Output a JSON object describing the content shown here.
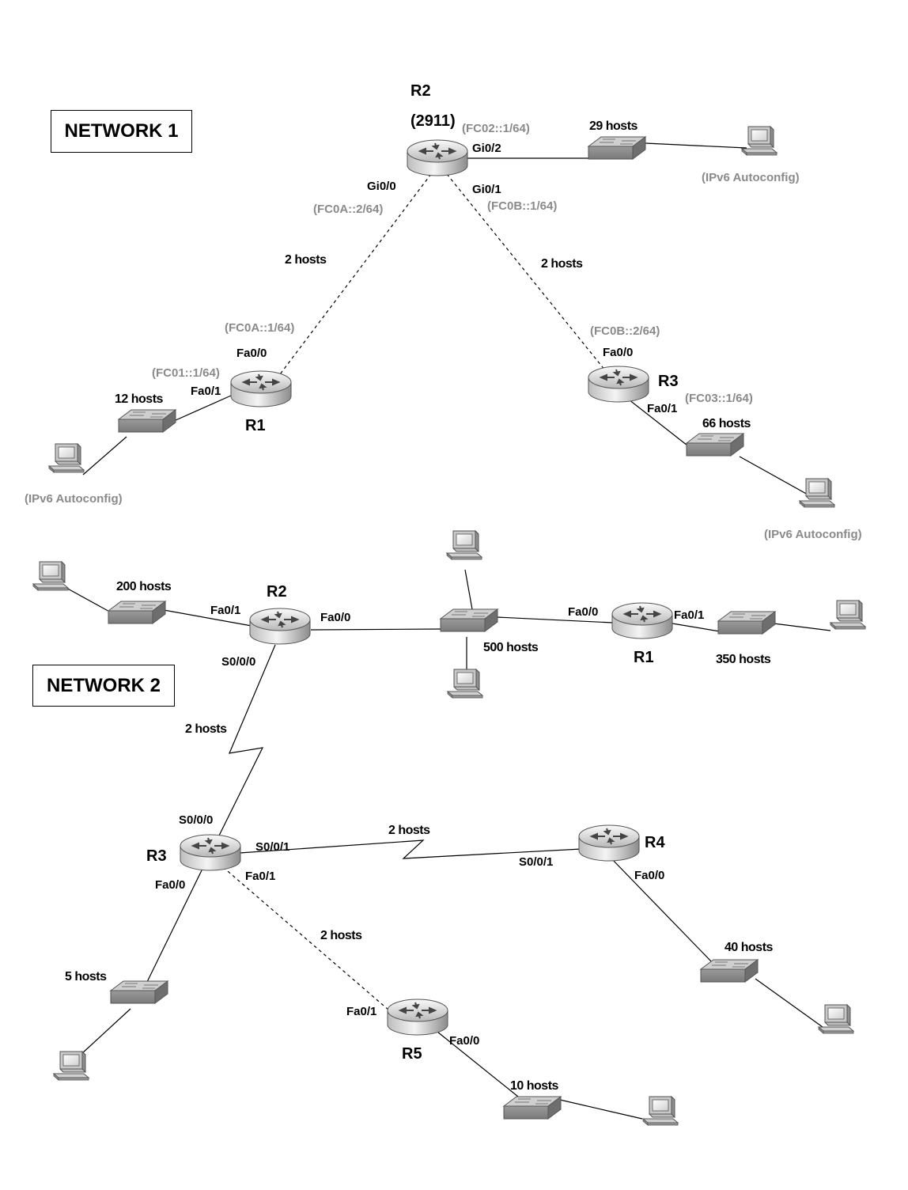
{
  "network1": {
    "title": "NETWORK 1",
    "r2_name": "R2",
    "r2_model": "(2911)",
    "r1_name": "R1",
    "r3_name": "R3",
    "r2_gi0_2": "Gi0/2",
    "r2_gi0_0": "Gi0/0",
    "r2_gi0_1": "Gi0/1",
    "r2_addr_lan": "(FC02::1/64)",
    "r2_addr_gi0_0": "(FC0A::2/64)",
    "r2_addr_gi0_1": "(FC0B::1/64)",
    "r1_addr_wan": "(FC0A::1/64)",
    "r1_fa0_0": "Fa0/0",
    "r1_addr_lan": "(FC01::1/64)",
    "r1_fa0_1": "Fa0/1",
    "r3_addr_wan": "(FC0B::2/64)",
    "r3_fa0_0": "Fa0/0",
    "r3_addr_lan": "(FC03::1/64)",
    "r3_fa0_1": "Fa0/1",
    "hosts_r2_lan": "29 hosts",
    "hosts_r1_r2": "2 hosts",
    "hosts_r2_r3": "2 hosts",
    "hosts_r1_lan": "12 hosts",
    "hosts_r3_lan": "66 hosts",
    "autoconfig_r2": "(IPv6 Autoconfig)",
    "autoconfig_r1": "(IPv6 Autoconfig)",
    "autoconfig_r3": "(IPv6 Autoconfig)"
  },
  "network2": {
    "title": "NETWORK 2",
    "r2_name": "R2",
    "r1_name": "R1",
    "r3_name": "R3",
    "r4_name": "R4",
    "r5_name": "R5",
    "hosts_200": "200 hosts",
    "r2_fa0_1": "Fa0/1",
    "r2_fa0_0": "Fa0/0",
    "r2_s0_0_0": "S0/0/0",
    "hosts_500": "500 hosts",
    "r1_fa0_0": "Fa0/0",
    "r1_fa0_1": "Fa0/1",
    "hosts_350": "350 hosts",
    "hosts_r2_r3": "2 hosts",
    "r3_s0_0_0": "S0/0/0",
    "r3_s0_0_1": "S0/0/1",
    "hosts_r3_r4": "2 hosts",
    "r4_s0_0_1": "S0/0/1",
    "r3_fa0_0": "Fa0/0",
    "r3_fa0_1": "Fa0/1",
    "r4_fa0_0": "Fa0/0",
    "hosts_r3_r5": "2 hosts",
    "hosts_40": "40 hosts",
    "hosts_5": "5 hosts",
    "r5_fa0_1": "Fa0/1",
    "r5_fa0_0": "Fa0/0",
    "hosts_10": "10 hosts"
  }
}
